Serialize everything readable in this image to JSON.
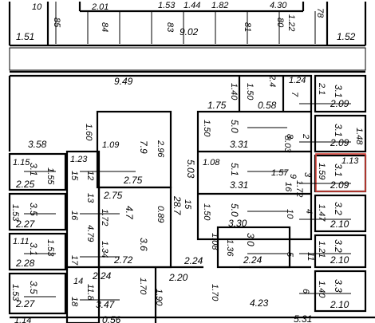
{
  "plan": {
    "highlight_color": "#d8433a",
    "top_row": [
      "1.51",
      "85",
      "84",
      "83",
      "9.02",
      "81",
      "80",
      "1.22",
      "78",
      "1.52",
      "2.01",
      "1.53",
      "1.44",
      "1.82",
      "4.30",
      "10"
    ],
    "corridor": [
      "9.49",
      "3.58",
      "5.03",
      "0.56",
      "4.23",
      "5.31",
      "1.14"
    ],
    "center": [
      "1.60",
      "1.09",
      "7.9",
      "2.96",
      "1.23",
      "15",
      "12",
      "2.75",
      "13",
      "2.75",
      "4.7",
      "0.89",
      "1.72",
      "16",
      "4.79",
      "1.34",
      "3.6",
      "2.72",
      "17",
      "2.24",
      "14",
      "11.8",
      "1.70",
      "18",
      "3.47",
      "1.90",
      "2.20",
      "2.24",
      "1.70",
      "1.08",
      "1.36",
      "3.0",
      "2.24",
      "15",
      "28.7"
    ],
    "block_mid": [
      "1.40",
      "1.50",
      "2.4",
      "1.75",
      "0.58",
      "1.50",
      "5.0",
      "3.31",
      "1.08",
      "5.1",
      "3.31",
      "1.57",
      "1.50",
      "5.0",
      "3.30",
      "8.03",
      "1.72",
      "16",
      "10",
      "5",
      "7",
      "8",
      "9",
      "2",
      "3",
      "4",
      "11"
    ],
    "right_col": [
      "1.24",
      "3.1",
      "2.09",
      "1.48",
      "3.1",
      "2.09",
      "1.13",
      "1.59",
      "3.1",
      "2.09",
      "3.2",
      "2.10",
      "1.21",
      "3.2",
      "2.10",
      "3.3",
      "2.10",
      "6",
      "1.40",
      "1.47",
      "2.1"
    ],
    "left_col": [
      "1.15",
      "3.1",
      "2.25",
      "1.55",
      "3.5",
      "2.27",
      "1.53",
      "1.11",
      "3.1",
      "2.28",
      "1.53",
      "3.5",
      "2.27",
      "1.53"
    ]
  }
}
